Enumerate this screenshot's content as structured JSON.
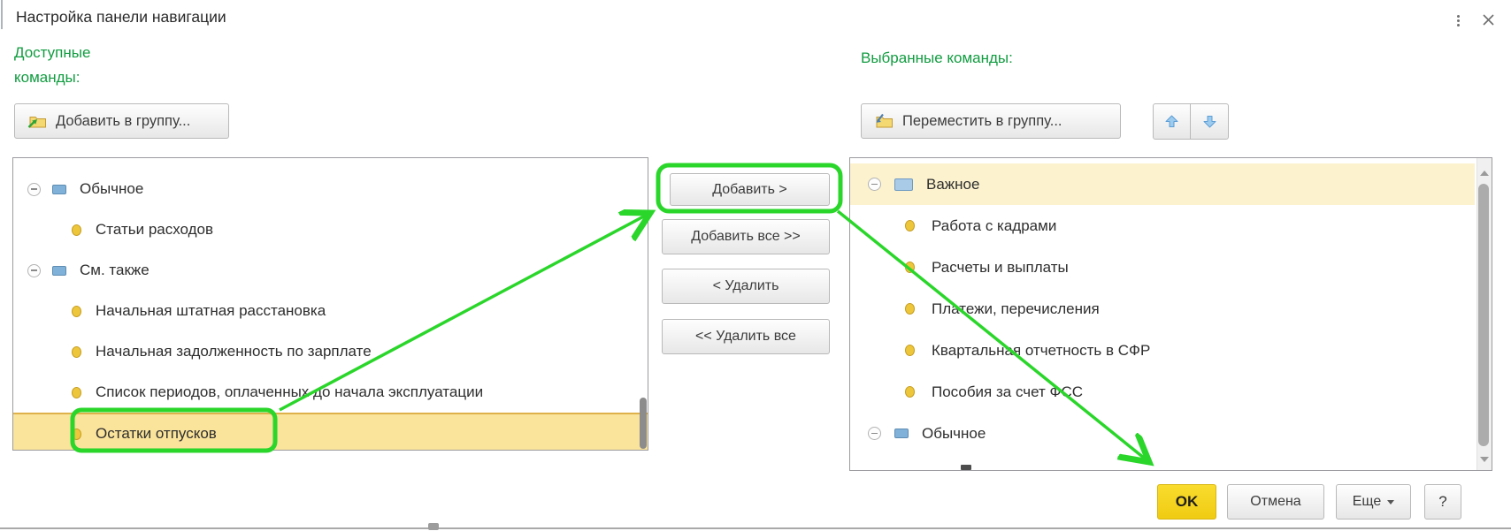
{
  "window": {
    "title": "Настройка панели навигации"
  },
  "left_panel": {
    "heading": "Доступные команды:",
    "toolbar_button": "Добавить в группу...",
    "items": [
      {
        "type": "group",
        "label": "Обычное"
      },
      {
        "type": "item",
        "label": "Статьи расходов"
      },
      {
        "type": "group",
        "label": "См. также"
      },
      {
        "type": "item",
        "label": "Начальная штатная расстановка"
      },
      {
        "type": "item",
        "label": "Начальная задолженность по зарплате"
      },
      {
        "type": "item",
        "label": "Список периодов, оплаченных до начала эксплуатации"
      },
      {
        "type": "item",
        "label": "Остатки отпусков",
        "selected": true
      }
    ]
  },
  "transfer_buttons": [
    {
      "label": "Добавить >",
      "annotated": true
    },
    {
      "label": "Добавить все >>"
    },
    {
      "label": "< Удалить"
    },
    {
      "label": "<< Удалить все"
    }
  ],
  "right_panel": {
    "heading": "Выбранные команды:",
    "toolbar_button": "Переместить в группу...",
    "items": [
      {
        "type": "group",
        "label": "Важное",
        "selected": true
      },
      {
        "type": "item",
        "label": "Работа с кадрами"
      },
      {
        "type": "item",
        "label": "Расчеты и выплаты"
      },
      {
        "type": "item",
        "label": "Платежи, перечисления"
      },
      {
        "type": "item",
        "label": "Квартальная отчетность в СФР"
      },
      {
        "type": "item",
        "label": "Пособия за счет ФСС"
      },
      {
        "type": "group",
        "label": "Обычное"
      }
    ]
  },
  "footer": {
    "ok": "OK",
    "cancel": "Отмена",
    "more": "Еще",
    "help": "?"
  },
  "icons": {
    "window_menu": "kebab-menu-icon",
    "window_close": "close-icon",
    "left_toolbar": "folder-add-icon",
    "right_toolbar": "folder-move-icon",
    "move_up": "up-arrow-icon",
    "move_down": "down-arrow-icon",
    "group_expander": "collapse-minus-icon",
    "group": "group-icon",
    "command": "command-bullet-icon",
    "more_menu": "dropdown-caret-icon"
  },
  "annotations": {
    "color": "#2bd62b",
    "highlight_boxes": [
      "Остатки отпусков",
      "Добавить >"
    ],
    "arrows": [
      {
        "from": "Остатки отпусков",
        "to": "Добавить >"
      },
      {
        "from": "Добавить >",
        "to": "OK"
      }
    ]
  },
  "colors": {
    "heading_green": "#119c40",
    "selected_row_left": "#fae39b",
    "selected_row_right": "#fcf2ce",
    "ok_button_yellow": "#f3d41e"
  }
}
